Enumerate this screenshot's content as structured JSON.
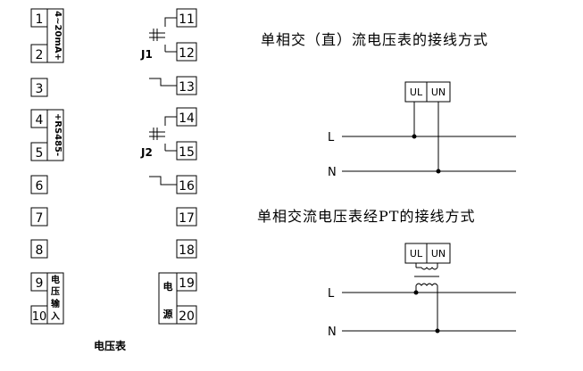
{
  "terminals": {
    "t1": "1",
    "t2": "2",
    "t3": "3",
    "t4": "4",
    "t5": "5",
    "t6": "6",
    "t7": "7",
    "t8": "8",
    "t9": "9",
    "t10": "10",
    "t11": "11",
    "t12": "12",
    "t13": "13",
    "t14": "14",
    "t15": "15",
    "t16": "16",
    "t17": "17",
    "t18": "18",
    "t19": "19",
    "t20": "20"
  },
  "labels": {
    "analog_output": "4~20mA+",
    "rs485": "+RS485-",
    "voltage_input_1": "电",
    "voltage_input_2": "压",
    "voltage_input_3": "输",
    "voltage_input_4": "入",
    "power_1": "电",
    "power_2": "源",
    "relay_j1": "J1",
    "relay_j2": "J2",
    "meter_caption": "电压表"
  },
  "diagram_direct": {
    "title": "单相交（直）流电压表的接线方式",
    "terminal_ul": "UL",
    "terminal_un": "UN",
    "line_l": "L",
    "line_n": "N"
  },
  "diagram_pt": {
    "title": "单相交流电压表经PT的接线方式",
    "terminal_ul": "UL",
    "terminal_un": "UN",
    "line_l": "L",
    "line_n": "N"
  }
}
